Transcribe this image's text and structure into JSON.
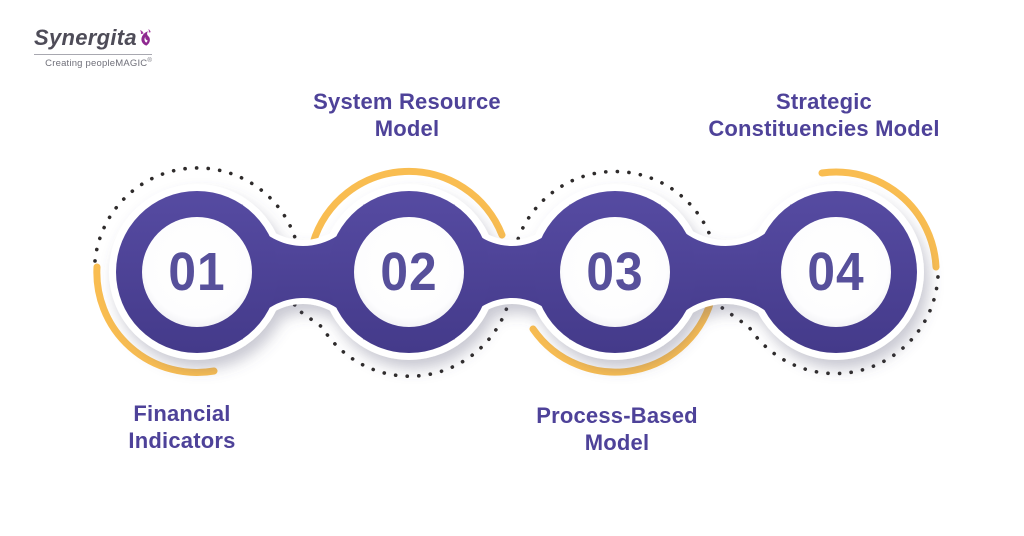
{
  "logo": {
    "brand": "Synergita",
    "tagline": "Creating peopleMAGIC",
    "registered_mark": "®"
  },
  "diagram": {
    "type": "process-chain-infographic",
    "steps": [
      {
        "number": "01",
        "label": "Financial Indicators",
        "label_lines": [
          "Financial",
          "Indicators"
        ],
        "label_position": "below"
      },
      {
        "number": "02",
        "label": "System Resource Model",
        "label_lines": [
          "System Resource",
          "Model"
        ],
        "label_position": "above"
      },
      {
        "number": "03",
        "label": "Process-Based Model",
        "label_lines": [
          "Process-Based",
          "Model"
        ],
        "label_position": "below"
      },
      {
        "number": "04",
        "label": "Strategic Constituencies Model",
        "label_lines": [
          "Strategic",
          "Constituencies Model"
        ],
        "label_position": "above"
      }
    ]
  },
  "colors": {
    "ring_purple": "#4C4192",
    "number_purple": "#57509B",
    "label_purple": "#4E4299",
    "accent_yellow": "#F9BD51",
    "dot_black": "#2E2B2B",
    "logo_flame_purple": "#92278F",
    "logo_text": "#4E4C58",
    "background": "#FFFFFF"
  }
}
